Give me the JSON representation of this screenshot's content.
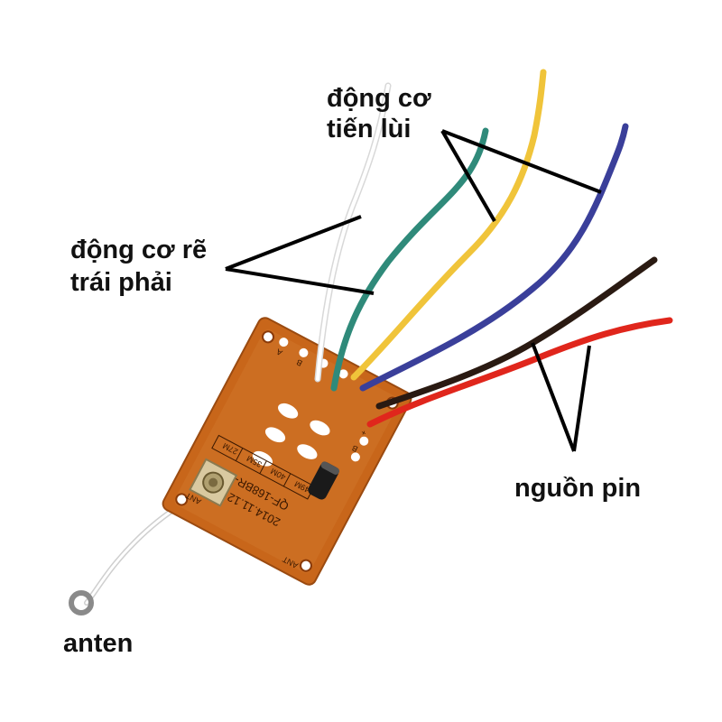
{
  "labels": {
    "forward_reverse_motor_line1": "động cơ",
    "forward_reverse_motor_line2": "tiến lùi",
    "steering_motor_line1": "động cơ rẽ",
    "steering_motor_line2": "trái phải",
    "battery_power": "nguồn pin",
    "antenna": "anten"
  },
  "board_marks": {
    "model": "QF-168BR-2",
    "date": "2014.11.12",
    "ant_left": "ANT",
    "ant_right": "ANT",
    "freq_boxes": [
      "27M",
      "35M",
      "40M",
      "49M"
    ],
    "pad_a": "A",
    "pad_b": "B",
    "pad_b2": "B",
    "pad_plus": "+"
  },
  "colors": {
    "board": "#c8661a",
    "wire_white": "#f2f2f2",
    "wire_green": "#2f8a7a",
    "wire_yellow": "#f0c43a",
    "wire_blue": "#3a3f9a",
    "wire_black": "#2a1a12",
    "wire_red": "#e0261c",
    "annotation_lines": "#000000"
  }
}
